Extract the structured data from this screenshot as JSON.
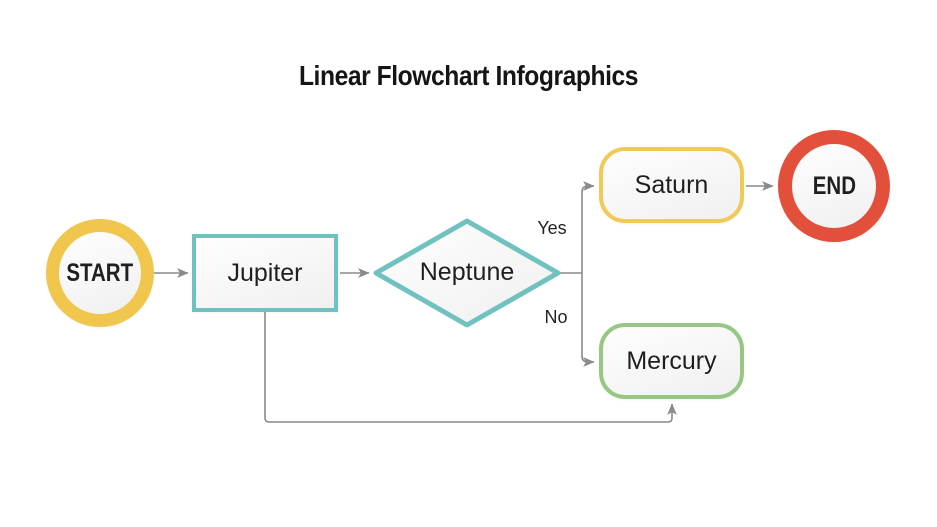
{
  "title": "Linear Flowchart Infographics",
  "diagram": {
    "nodes": {
      "start": {
        "id": "start",
        "type": "terminal-circle",
        "label": "START"
      },
      "jupiter": {
        "id": "jupiter",
        "type": "process-rect",
        "label": "Jupiter"
      },
      "neptune": {
        "id": "neptune",
        "type": "decision-diamond",
        "label": "Neptune"
      },
      "saturn": {
        "id": "saturn",
        "type": "process-rounded",
        "label": "Saturn"
      },
      "mercury": {
        "id": "mercury",
        "type": "process-rounded",
        "label": "Mercury"
      },
      "end": {
        "id": "end",
        "type": "terminal-circle",
        "label": "END"
      }
    },
    "edges": [
      {
        "from": "start",
        "to": "jupiter"
      },
      {
        "from": "jupiter",
        "to": "neptune"
      },
      {
        "from": "neptune",
        "to": "saturn",
        "label": "Yes"
      },
      {
        "from": "neptune",
        "to": "mercury",
        "label": "No"
      },
      {
        "from": "saturn",
        "to": "end"
      },
      {
        "from": "jupiter",
        "to": "mercury"
      }
    ],
    "edge_labels": {
      "yes": "Yes",
      "no": "No"
    }
  },
  "colors": {
    "start_ring": "#F0C64D",
    "end_ring": "#E2503C",
    "teal_border": "#6FC2C0",
    "saturn_border": "#F0CA57",
    "mercury_border": "#97C883",
    "connector": "#8A8A8A",
    "text": "#1F1F1F"
  }
}
